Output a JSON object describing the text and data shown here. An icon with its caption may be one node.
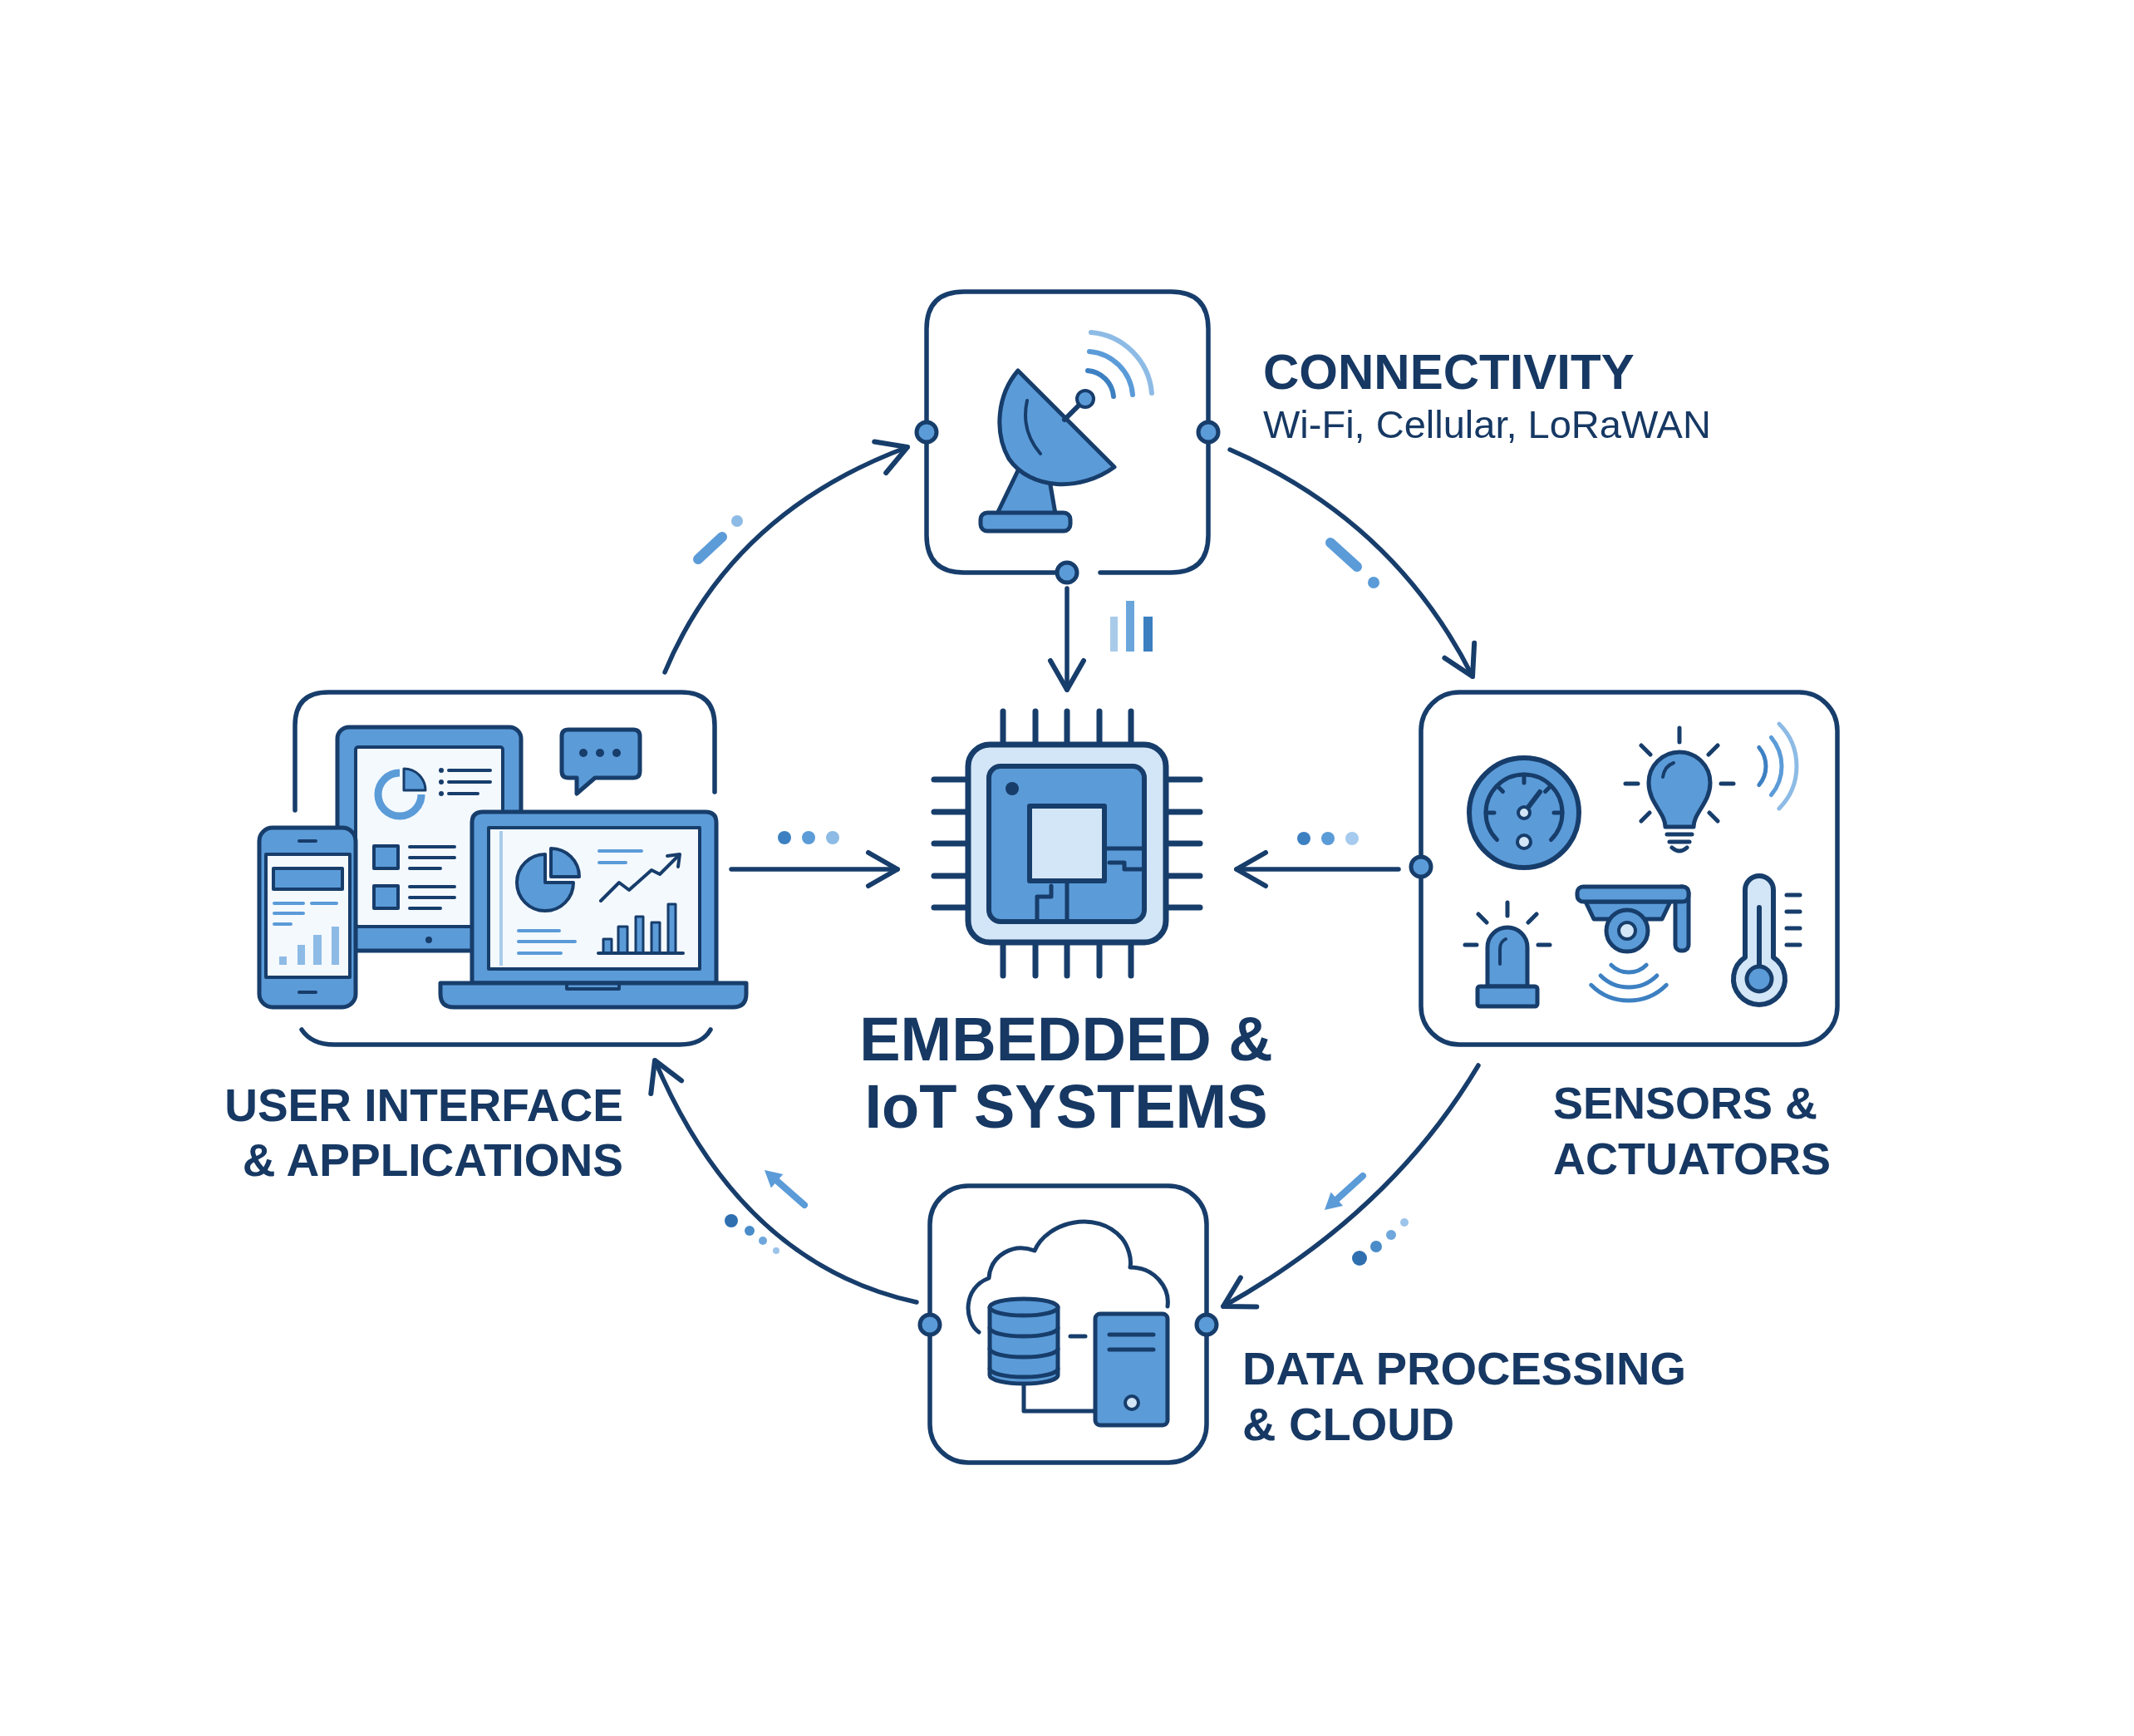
{
  "diagram": {
    "nodes": [
      {
        "text": [
          "CONNECTIVITY",
          "Wi-Fi, Cellular, LoRaWAN"
        ]
      },
      {
        "text": [
          "USER INTERFACE & APPLICATIONS"
        ]
      },
      {
        "text": [
          "EMBEDDED & IoT SYSTEMS"
        ]
      },
      {
        "text": [
          "SENSORS & ACTUATORS"
        ]
      },
      {
        "text": [
          "DATA PROCESSING & CLOUD"
        ]
      }
    ],
    "edges": [
      {
        "from": 1,
        "to": 0,
        "arrow": "to"
      },
      {
        "from": 0,
        "to": 3,
        "arrow": "to"
      },
      {
        "from": 0,
        "to": 2,
        "arrow": "to"
      },
      {
        "from": 1,
        "to": 2,
        "arrow": "to"
      },
      {
        "from": 3,
        "to": 2,
        "arrow": "to"
      },
      {
        "from": 3,
        "to": 4,
        "arrow": "to"
      },
      {
        "from": 4,
        "to": 1,
        "arrow": "to"
      }
    ]
  }
}
